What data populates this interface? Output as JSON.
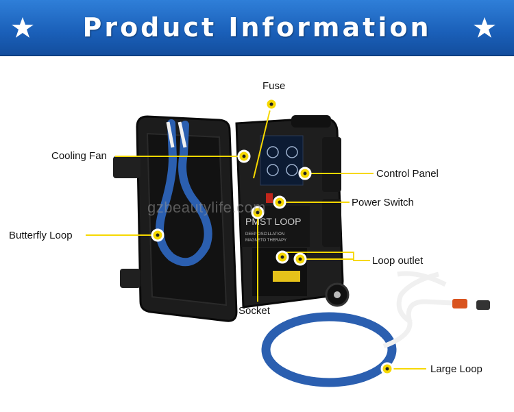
{
  "banner": {
    "title": "Product Information",
    "color": "#1f6bc9"
  },
  "icons": {
    "left": "star-icon",
    "right": "star-icon"
  },
  "watermark": "gzbeautylife.com",
  "device": {
    "panel_text_1": "PMST LOOP",
    "panel_text_2": "DEEP OSCILLATION",
    "panel_text_3": "MAGNETO THERAPY"
  },
  "callouts": {
    "fuse": "Fuse",
    "cooling_fan": "Cooling Fan",
    "control_panel": "Control Panel",
    "power_switch": "Power Switch",
    "butterfly_loop": "Butterfly Loop",
    "loop_outlet": "Loop outlet",
    "socket": "Socket",
    "large_loop": "Large Loop"
  },
  "colors": {
    "marker": "#f6d800",
    "loop": "#2b5fb0",
    "case": "#1a1a1a"
  }
}
